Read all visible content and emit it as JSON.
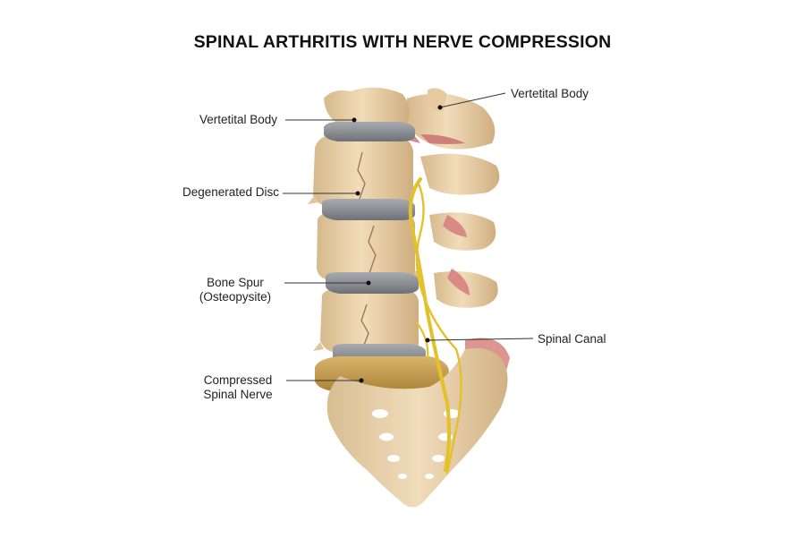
{
  "title": "SPINAL ARTHRITIS WITH NERVE COMPRESSION",
  "labels": {
    "vertebral_body_left": "Vertetital Body",
    "vertebral_body_right": "Vertetital Body",
    "degenerated_disc": "Degenerated Disc",
    "bone_spur_line1": "Bone Spur",
    "bone_spur_line2": "(Osteopysite)",
    "spinal_canal": "Spinal Canal",
    "compressed_nerve_line1": "Compressed",
    "compressed_nerve_line2": "Spinal Nerve"
  },
  "colors": {
    "bone": "#e9d2ad",
    "bone_shadow": "#c9a97c",
    "disc": "#8f9296",
    "muscle": "#d98a86",
    "nerve": "#e3c12c",
    "degenerated_disc": "#c49a4a"
  }
}
